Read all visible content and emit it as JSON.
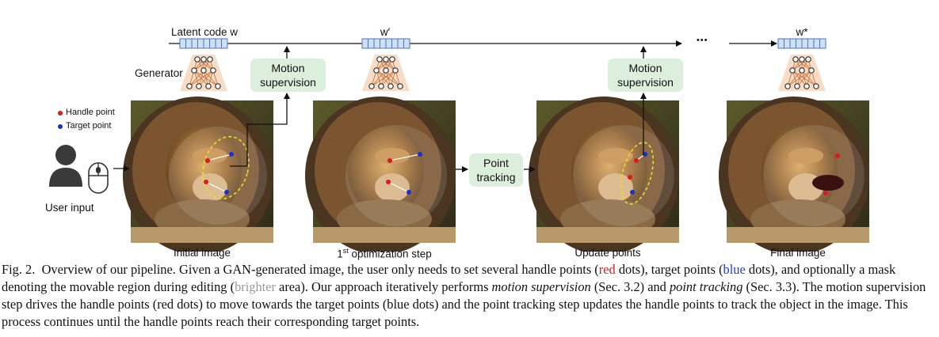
{
  "labels": {
    "latent_code": "Latent code w",
    "w_prime": "w′",
    "w_star": "w*",
    "ellipsis": "•••",
    "generator": "Generator",
    "handle_point": "Handle point",
    "target_point": "Target point",
    "user_input": "User input"
  },
  "boxes": {
    "motion_supervision_1": [
      "Motion",
      "supervision"
    ],
    "motion_supervision_2": [
      "Motion",
      "supervision"
    ],
    "point_tracking": [
      "Point",
      "tracking"
    ]
  },
  "image_captions": {
    "initial": "Initial image",
    "step_sup": "st",
    "step_pre": "1",
    "step_post": " optimization step",
    "update": "Update points",
    "final": "Final image"
  },
  "colors": {
    "handle": "#e01818",
    "target": "#1a2fd6",
    "box": "#dcefdc",
    "latent": "#cfe0f6",
    "mask_line": "#e8e020"
  },
  "caption": {
    "fig": "Fig. 2.",
    "p1": "Overview of our pipeline. Given a GAN-generated image, the user only needs to set several handle points (",
    "red": "red",
    "p2": " dots), target points (",
    "blue": "blue",
    "p3": " dots), and optionally a mask denoting the movable region during editing (",
    "brighter": "brighter",
    "p4": " area). Our approach iteratively performs ",
    "ms": "motion supervision",
    "p5": " (Sec. 3.2) and ",
    "pt": "point tracking",
    "p6": " (Sec. 3.3). The motion supervision step drives the handle points (red dots) to move towards the target points (blue dots) and the point tracking step updates the handle points to track the object in the image. This process continues until the handle points reach their corresponding target points."
  }
}
